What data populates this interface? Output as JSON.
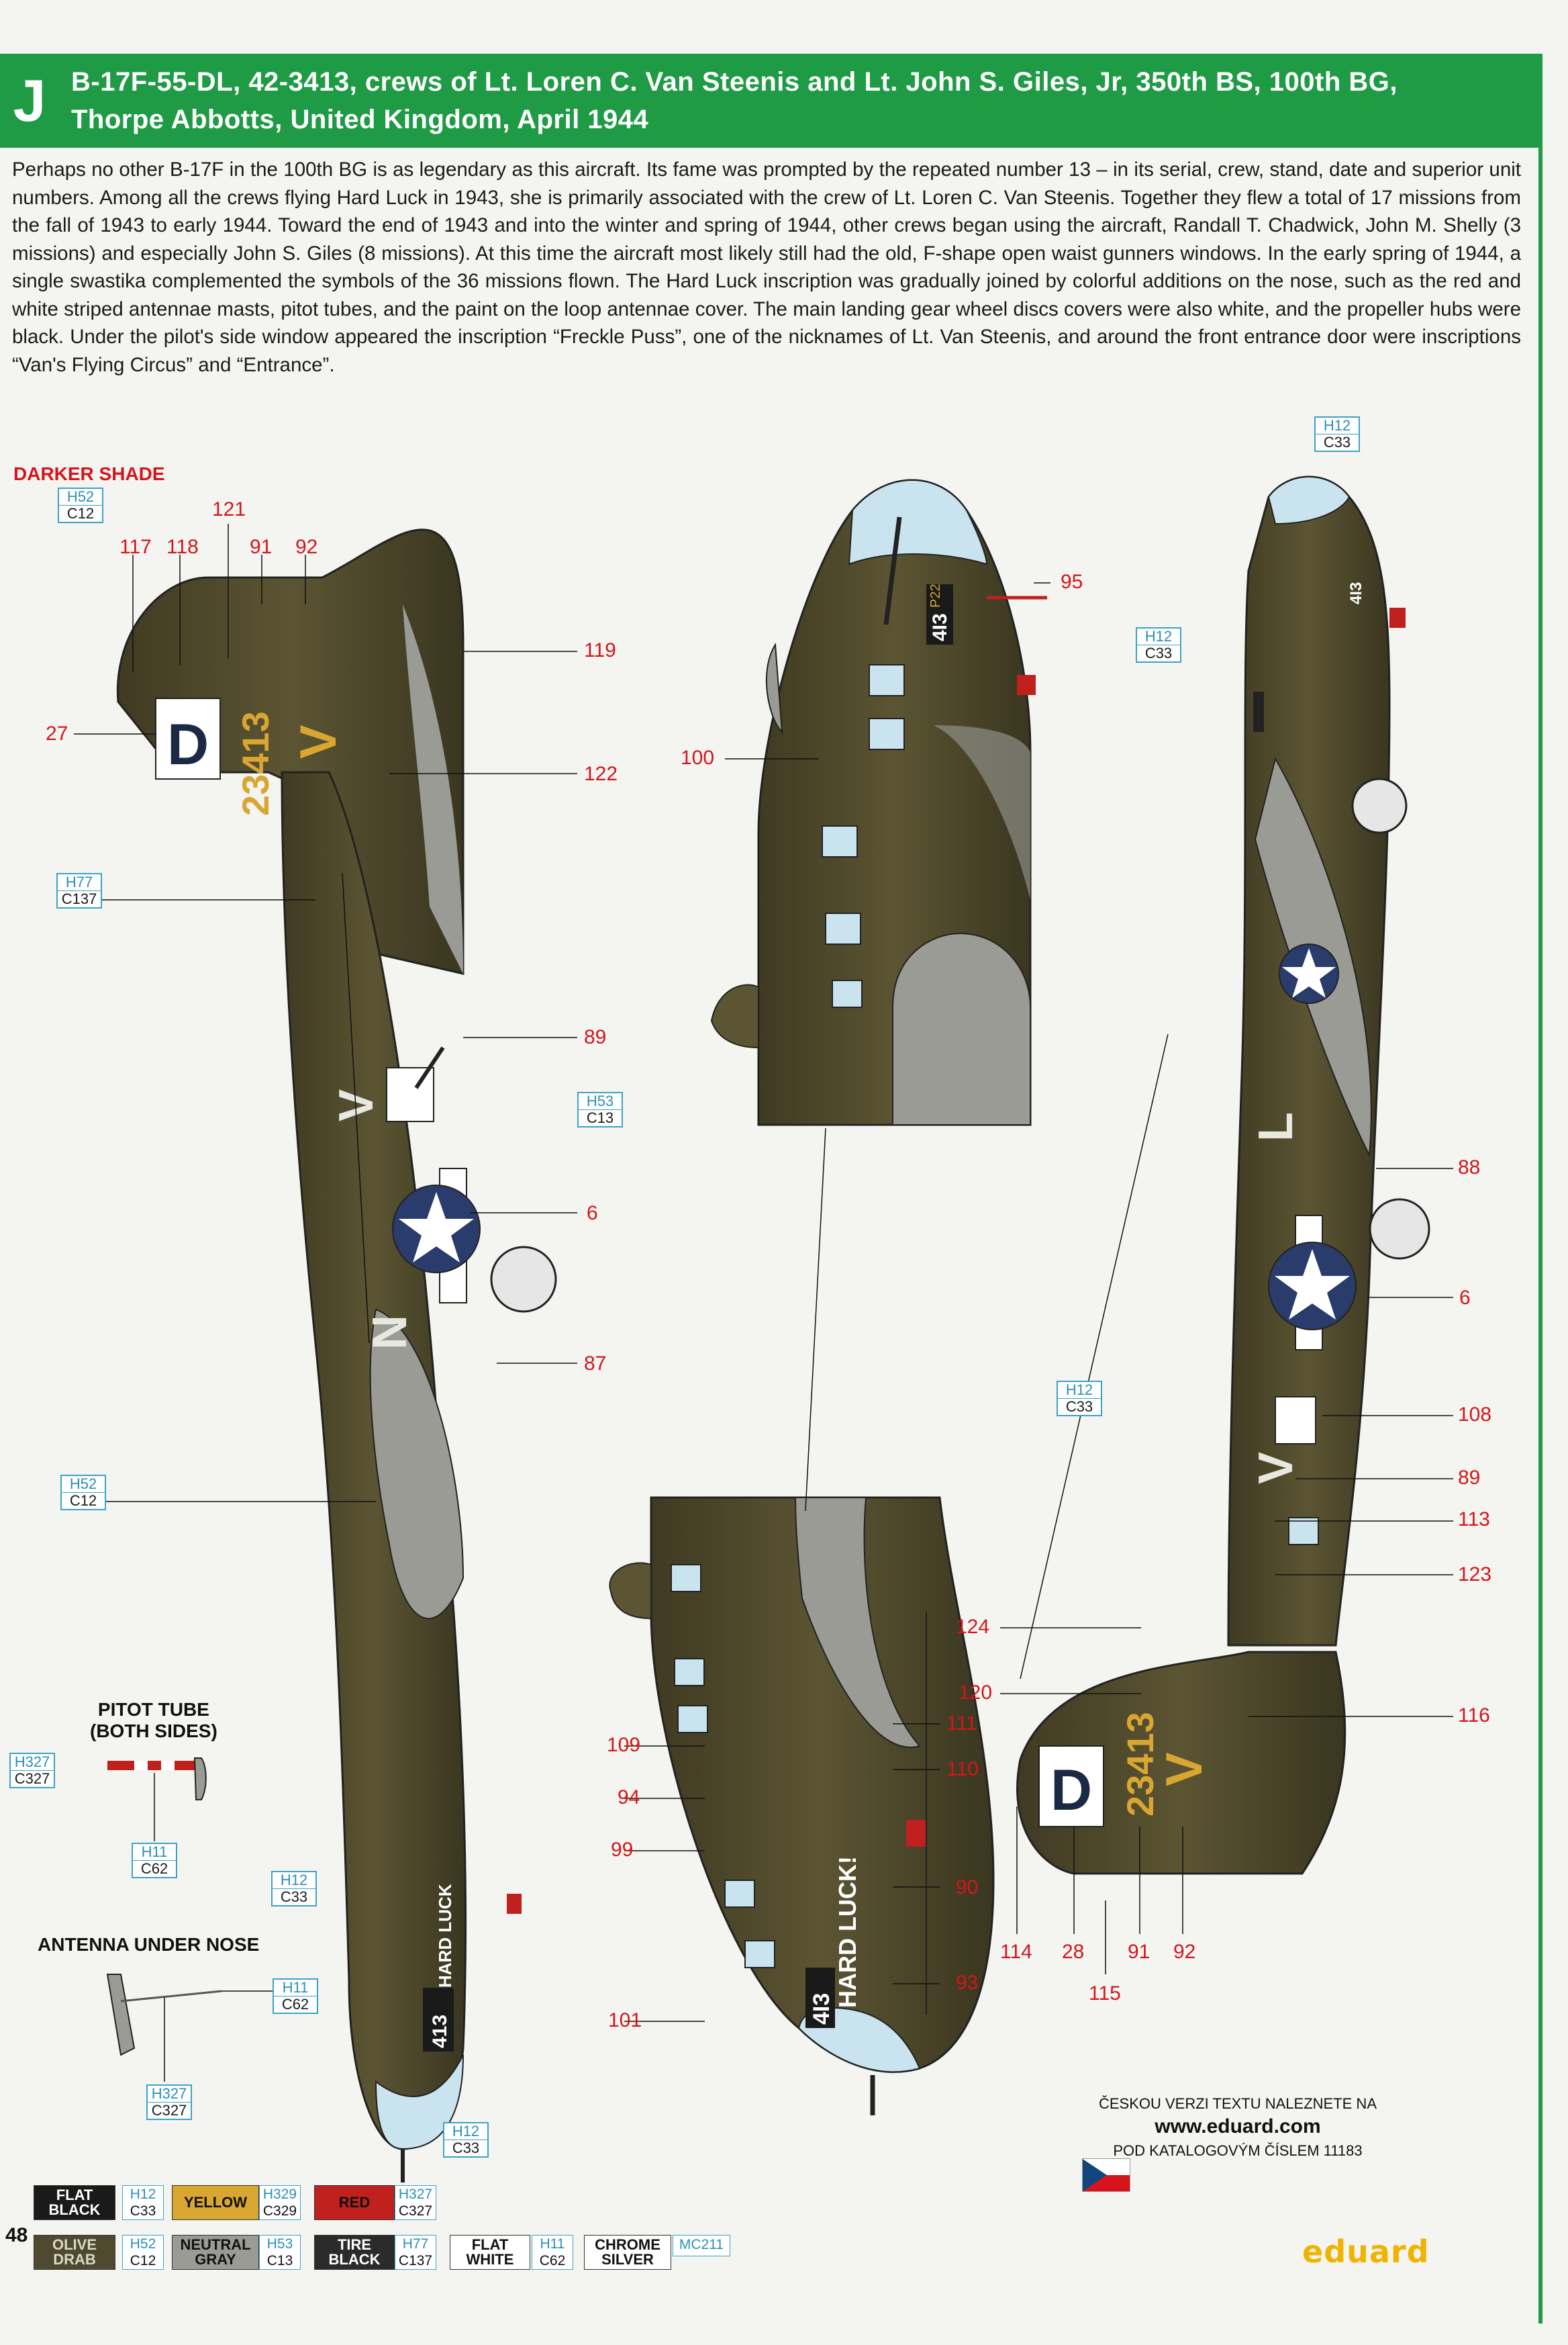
{
  "header": {
    "letter": "J",
    "title_line1": "B-17F-55-DL, 42-3413, crews of Lt. Loren C. Van Steenis and Lt. John S. Giles, Jr, 350th BS, 100th BG,",
    "title_line2": "Thorpe Abbotts, United Kingdom, April 1944"
  },
  "description": "Perhaps no other B-17F in the 100th BG is as legendary as this aircraft. Its fame was prompted by the repeated number 13 – in its serial, crew, stand, date and superior unit numbers. Among all the crews flying Hard Luck in 1943, she is primarily associated with the crew of Lt. Loren C. Van Steenis. Together they flew a total of 17 missions from the fall of 1943 to early 1944. Toward the end of 1943 and into the winter and spring of 1944, other crews began using the aircraft, Randall T. Chadwick, John M. Shelly (3 missions) and especially John S. Giles (8 missions).  At this time the aircraft most likely still had the old, F-shape open waist gunners windows. In the early spring of 1944, a single swastika complemented the symbols of the 36 missions flown. The Hard Luck inscription was gradually joined by colorful additions on the nose, such as the red and white striped antennae masts, pitot tubes, and the paint on the loop antennae cover. The main landing gear wheel discs covers were also white, and the propeller hubs were black. Under the pilot's side window appeared the inscription “Freckle Puss”, one of the nicknames of Lt. Van Steenis, and around the front entrance door were inscriptions “Van's Flying Circus” and “Entrance”.",
  "labels": {
    "darker_shade": "DARKER SHADE",
    "pitot_tube_line1": "PITOT TUBE",
    "pitot_tube_line2": "(BOTH SIDES)",
    "antenna_under_nose": "ANTENNA UNDER NOSE"
  },
  "codes": {
    "top_right": {
      "h": "H12",
      "c": "C33"
    },
    "right_nose": {
      "h": "H12",
      "c": "C33"
    },
    "darker_shade": {
      "h": "H52",
      "c": "C12"
    },
    "left_h77": {
      "h": "H77",
      "c": "C137"
    },
    "left_h53": {
      "h": "H53",
      "c": "C13"
    },
    "left_h52": {
      "h": "H52",
      "c": "C12"
    },
    "right_h12_mid": {
      "h": "H12",
      "c": "C33"
    },
    "pitot_h327": {
      "h": "H327",
      "c": "C327"
    },
    "pitot_h11": {
      "h": "H11",
      "c": "C62"
    },
    "left_nose_h12": {
      "h": "H12",
      "c": "C33"
    },
    "antenna_h11": {
      "h": "H11",
      "c": "C62"
    },
    "antenna_h327": {
      "h": "H327",
      "c": "C327"
    },
    "bottom_h12": {
      "h": "H12",
      "c": "C33"
    }
  },
  "callouts": {
    "left": [
      "121",
      "117",
      "118",
      "91",
      "92",
      "119",
      "27",
      "122",
      "89",
      "6",
      "87"
    ],
    "center_top": [
      "95",
      "100"
    ],
    "center_bottom": [
      "109",
      "94",
      "99",
      "111",
      "110",
      "90",
      "93",
      "101"
    ],
    "right": [
      "88",
      "6",
      "108",
      "89",
      "113",
      "123",
      "124",
      "120",
      "116",
      "114",
      "28",
      "91",
      "92",
      "115"
    ]
  },
  "markings": {
    "squadron_letter": "D",
    "serial": "23413",
    "group_letter": "V",
    "fuselage_code_left": "V",
    "fuselage_code_mid": "N",
    "fuselage_code_right": "L",
    "fuselage_code_right2": "V",
    "nose_name": "HARD LUCK!",
    "nose_name_left": "HARD LUCK",
    "nose_number": "413",
    "nose_number_full": "4I3",
    "nose_stand": "P22"
  },
  "legend": [
    {
      "name_line1": "FLAT",
      "name_line2": "BLACK",
      "h": "H12",
      "c": "C33",
      "bg": "#1a1a1a",
      "fg": "#ffffff"
    },
    {
      "name_line1": "YELLOW",
      "name_line2": "",
      "h": "H329",
      "c": "C329",
      "bg": "#d9a632",
      "fg": "#111111"
    },
    {
      "name_line1": "RED",
      "name_line2": "",
      "h": "H327",
      "c": "C327",
      "bg": "#c0201e",
      "fg": "#111111"
    },
    {
      "name_line1": "OLIVE",
      "name_line2": "DRAB",
      "h": "H52",
      "c": "C12",
      "bg": "#4f4a2f",
      "fg": "#d9d9c8"
    },
    {
      "name_line1": "NEUTRAL",
      "name_line2": "GRAY",
      "h": "H53",
      "c": "C13",
      "bg": "#9b9b96",
      "fg": "#111111"
    },
    {
      "name_line1": "TIRE",
      "name_line2": "BLACK",
      "h": "H77",
      "c": "C137",
      "bg": "#2b2b2b",
      "fg": "#ffffff"
    },
    {
      "name_line1": "FLAT",
      "name_line2": "WHITE",
      "h": "H11",
      "c": "C62",
      "bg": "#ffffff",
      "fg": "#111111"
    },
    {
      "name_line1": "CHROME",
      "name_line2": "SILVER",
      "h": "",
      "c": "MC211",
      "bg": "#ffffff",
      "fg": "#111111"
    }
  ],
  "czech_note": {
    "line1": "ČESKOU VERZI TEXTU NALEZNETE NA",
    "line2": "www.eduard.com",
    "line3": "POD KATALOGOVÝM ČÍSLEM 11183"
  },
  "page_number": "48",
  "brand": "eduard",
  "colors": {
    "header_green": "#1f9b45",
    "olive_drab": "#4f4a2f",
    "neutral_gray": "#9b9b96",
    "callout_red": "#d4161b",
    "code_blue": "#2b8fb8",
    "insignia_blue": "#2a3c6b"
  }
}
